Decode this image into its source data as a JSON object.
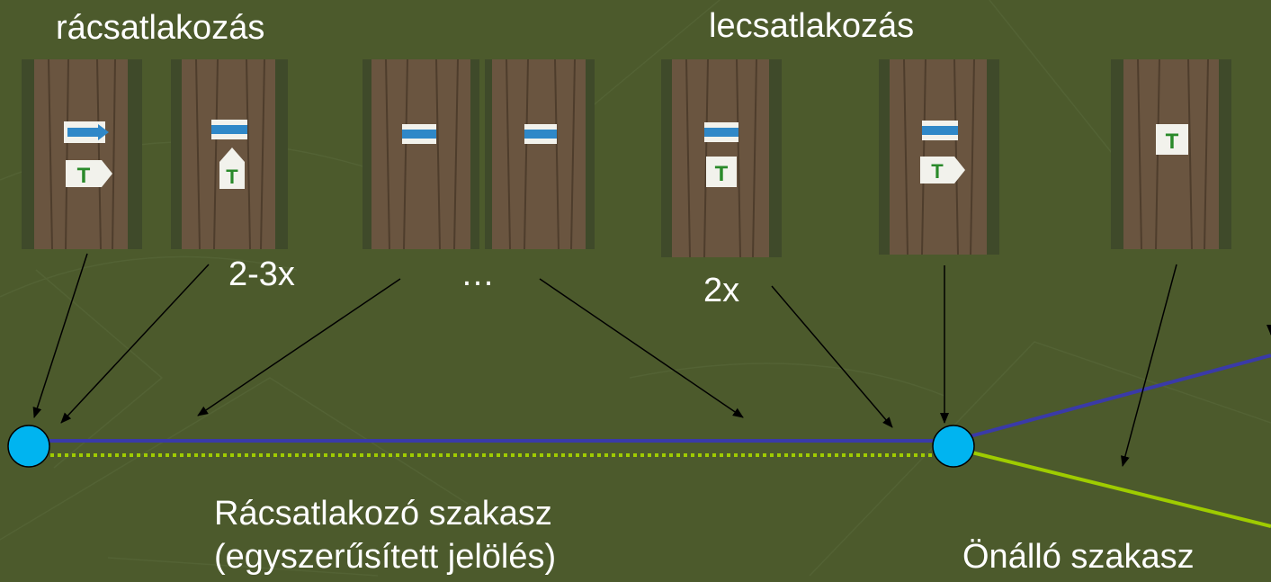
{
  "labels": {
    "attach": "rácsatlakozás",
    "detach": "lecsatlakozás",
    "count_attach": "2-3x",
    "ellipsis": "…",
    "count_detach": "2x",
    "section_title_line1": "Rácsatlakozó szakasz",
    "section_title_line2": "(egyszerűsített jelölés)",
    "independent_section": "Önálló szakasz"
  },
  "trees": [
    {
      "id": "t1",
      "marks": [
        "blue-stripe-arrow-right",
        "green-T-arrow-right"
      ]
    },
    {
      "id": "t2",
      "marks": [
        "blue-stripe",
        "green-T-arrow-up"
      ]
    },
    {
      "id": "t3",
      "marks": [
        "blue-stripe"
      ]
    },
    {
      "id": "t4",
      "marks": [
        "blue-stripe"
      ]
    },
    {
      "id": "t5",
      "marks": [
        "blue-stripe",
        "green-T"
      ]
    },
    {
      "id": "t6",
      "marks": [
        "blue-stripe",
        "green-T-arrow-right"
      ]
    },
    {
      "id": "t7",
      "marks": [
        "green-T"
      ]
    }
  ],
  "colors": {
    "background": "#4c5a2c",
    "blue_route": "#3a3aa8",
    "green_route": "#9fcc00",
    "node_fill": "#00b4f0",
    "blaze_blue": "#2f88c8",
    "blaze_green": "#2a8a2a"
  }
}
